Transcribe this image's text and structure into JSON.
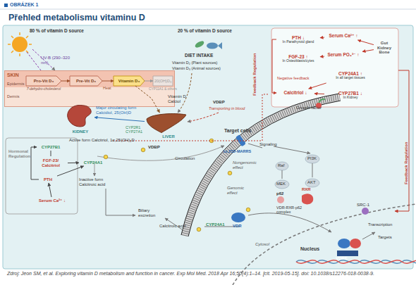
{
  "diagram": {
    "title": "Přehled metabolismu vitaminu D",
    "caption": "Zdroj: Jeon SM, et al. Exploring vitamin D metabolism and function in cancer. Exp Mol Med. 2018 Apr 16;50(4):1–14. [cit. 2019-05-15]. doi: 10.1038/s12276-018-0038-9.",
    "nodes": [
      {
        "text": [
          "SKIN",
          "Epidermis",
          "Dermis"
        ]
      },
      {
        "text": [
          "Pro-Vit D₃",
          "7-dehydro-cholesterol"
        ],
        "in": 0
      },
      {
        "text": [
          "Pre-Vit D₃"
        ],
        "in": 0
      },
      {
        "text": [
          "Vitamin D₃"
        ],
        "in": 0
      },
      {
        "text": [
          "20(OH)D₃",
          "CYP11A1 & others"
        ],
        "in": 0
      },
      {
        "text": [
          "KIDNEY"
        ]
      },
      {
        "text": [
          "LIVER"
        ]
      },
      {
        "text": [
          "PTH ↓",
          "In Parathyroid gland"
        ]
      },
      {
        "text": [
          "Serum Ca²⁺ ↑"
        ]
      },
      {
        "text": [
          "FGF-23 ↑",
          "In Osteoblasts/cytes"
        ]
      },
      {
        "text": [
          "Serum PO₄³⁻ ↑"
        ]
      },
      {
        "text": [
          "Gut Kidney Bone"
        ]
      },
      {
        "text": [
          "CYP24A1 ↑",
          "In all target tissues"
        ]
      },
      {
        "text": [
          "Calcitriol ↓"
        ]
      },
      {
        "text": [
          "CYP27B1 ↓",
          "In Kidney"
        ]
      },
      {
        "text": [
          "CYP27B1"
        ]
      },
      {
        "text": [
          "FGF-23/ Calcitriol"
        ]
      },
      {
        "text": [
          "CYP24A1"
        ]
      },
      {
        "text": [
          "PTH"
        ]
      },
      {
        "text": [
          "Serum Ca²⁺ ↓"
        ]
      }
    ],
    "edges": [
      {
        "from": 1,
        "to": 2,
        "arrow": "to"
      },
      {
        "from": 2,
        "to": 3,
        "arrow": "to",
        "label": "Heat"
      },
      {
        "from": 3,
        "to": 4,
        "arrow": "to"
      },
      {
        "from": 3,
        "to": 6,
        "arrow": "to"
      },
      {
        "from": 6,
        "to": 5,
        "arrow": "to"
      },
      {
        "from": 8,
        "to": 7,
        "arrow": "to"
      },
      {
        "from": 10,
        "to": 9,
        "arrow": "to"
      },
      {
        "from": 11,
        "to": 8,
        "arrow": "to"
      },
      {
        "from": 11,
        "to": 10,
        "arrow": "to"
      },
      {
        "from": 12,
        "to": 13,
        "arrow": "to",
        "label": "Negative feedback"
      },
      {
        "from": 14,
        "to": 13,
        "arrow": "to"
      },
      {
        "from": 7,
        "to": 13,
        "arrow": "to"
      },
      {
        "from": 19,
        "to": 18,
        "arrow": "to"
      },
      {
        "from": 18,
        "to": 15,
        "arrow": "to"
      },
      {
        "from": 16,
        "to": 15,
        "arrow": "none"
      },
      {
        "from": 16,
        "to": 17,
        "arrow": "to"
      },
      {
        "from": 18,
        "to": 17,
        "arrow": "to"
      }
    ],
    "labels": [
      "OBRÁZEK 1",
      "80 % of vitamin D source",
      "UV-B (290–320 nm)",
      "20 % of vitamin D source",
      "DIET INTAKE",
      "Vitamin D₂ (Plant sources)",
      "Vitamin D₃ (Animal sources)",
      "Vitamin D Calciol",
      "VDBP",
      "Transporting in blood",
      "Major circulating form Calcidiol, 25(OH)D",
      "CYP2R1 CYP27A1",
      "Active form Calcitriol, 1α,25(OH)₂D",
      "VDBP",
      "Circulation",
      "Hormonal Regulation",
      "Inactive form Calcitroic acid",
      "Biliary excretion",
      "Calcitroic acid",
      "CYP24A1",
      "Target cells",
      "Growth factor",
      "1α,25D-MARRS",
      "Signaling",
      "Nongenomic effect",
      "Raf",
      "PI3K",
      "MEK",
      "AKT",
      "Genomic effect",
      "p62",
      "RXR",
      "VDR",
      "VDR-RXR-p62 complex",
      "SRC-1",
      "Transcription",
      "Targets",
      "VDRE",
      "Nucleus",
      "Cytosol",
      "Feedback Regulation",
      "Feedback Regulation"
    ]
  }
}
